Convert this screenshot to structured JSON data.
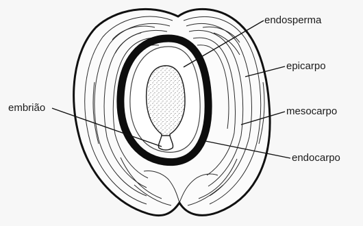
{
  "labels": {
    "endosperma": "endosperma",
    "epicarpo": "epicarpo",
    "mesocarpo": "mesocarpo",
    "endocarpo": "endocarpo",
    "embriao": "embrião"
  }
}
